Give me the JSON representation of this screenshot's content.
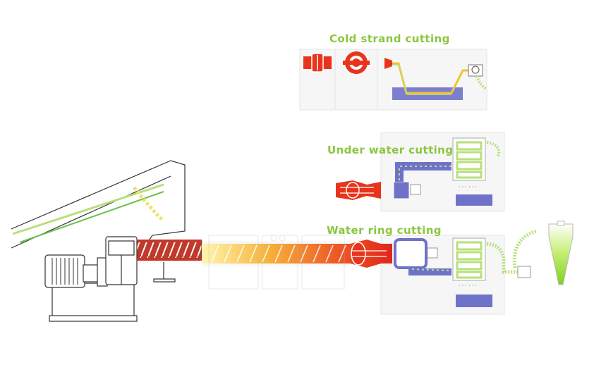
{
  "labels": {
    "cold_strand": "Cold strand cutting",
    "under_water": "Under water cutting",
    "water_ring": "Water ring cutting"
  },
  "colors": {
    "accent_green": "#8cc63f",
    "melt_red": "#e8341c",
    "water_blue": "#6f72c9",
    "pellet_green": "#b7e07a",
    "line_gray": "#444444",
    "panel_gray": "#e6e6e6"
  }
}
